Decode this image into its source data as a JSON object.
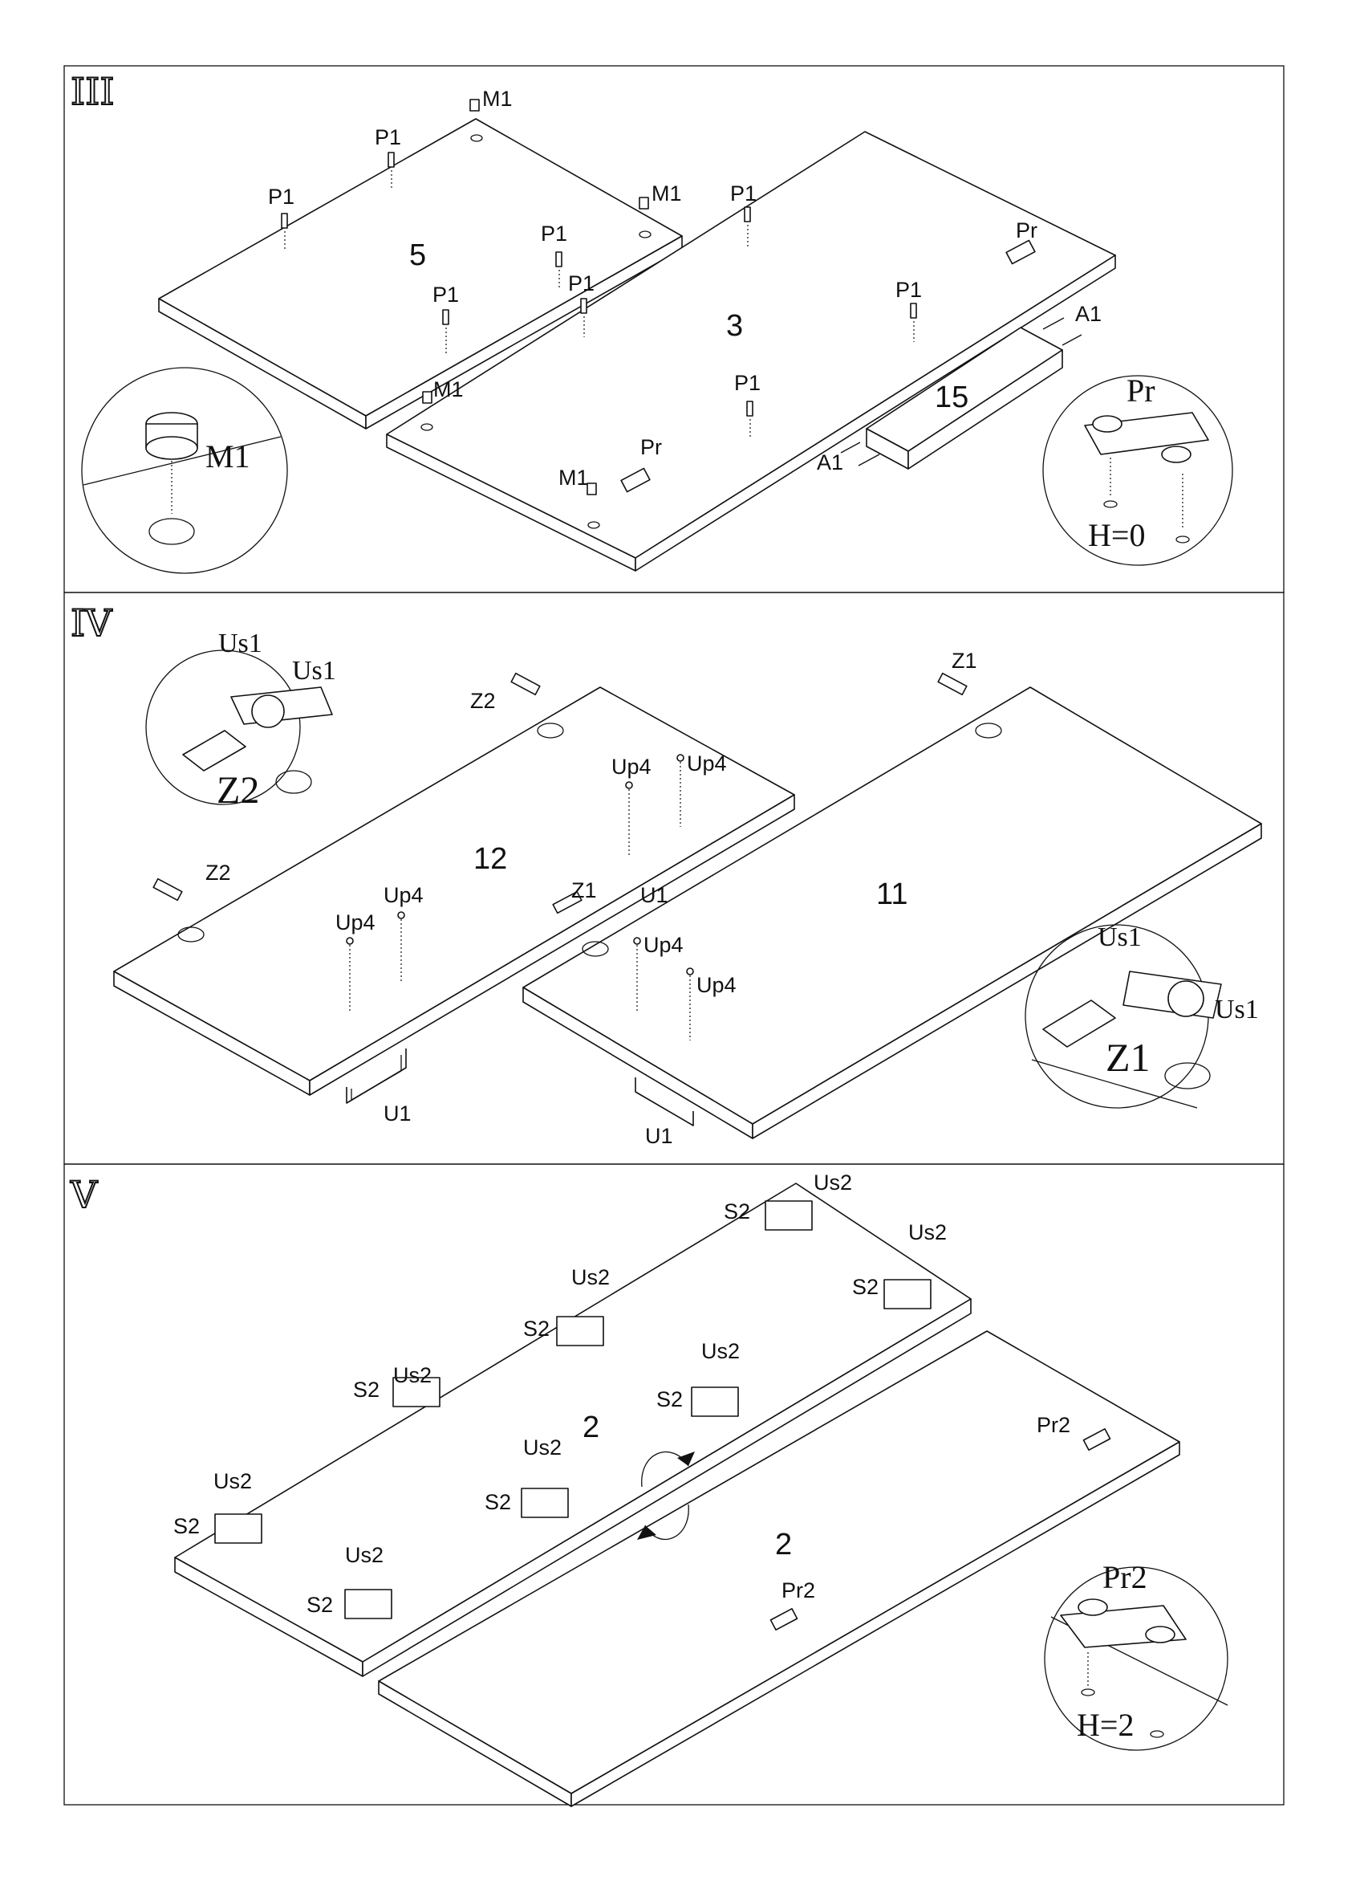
{
  "steps": [
    {
      "id": "III",
      "panels": [
        {
          "number": "5"
        },
        {
          "number": "3"
        },
        {
          "number": "15"
        }
      ],
      "parts": {
        "p1": "P1",
        "m1": "M1",
        "pr": "Pr",
        "a1": "A1"
      },
      "details": [
        {
          "part": "M1",
          "height": ""
        },
        {
          "part": "Pr",
          "height": "H=0"
        }
      ]
    },
    {
      "id": "IV",
      "panels": [
        {
          "number": "12"
        },
        {
          "number": "11"
        }
      ],
      "parts": {
        "z1": "Z1",
        "z2": "Z2",
        "up4": "Up4",
        "u1": "U1",
        "us1": "Us1"
      },
      "details": [
        {
          "part": "Z2",
          "screw": "Us1"
        },
        {
          "part": "Z1",
          "screw": "Us1"
        }
      ]
    },
    {
      "id": "V",
      "panels": [
        {
          "number": "2"
        },
        {
          "number": "2"
        }
      ],
      "parts": {
        "s2": "S2",
        "us2": "Us2",
        "pr2": "Pr2"
      },
      "details": [
        {
          "part": "Pr2",
          "height": "H=2"
        }
      ]
    }
  ]
}
